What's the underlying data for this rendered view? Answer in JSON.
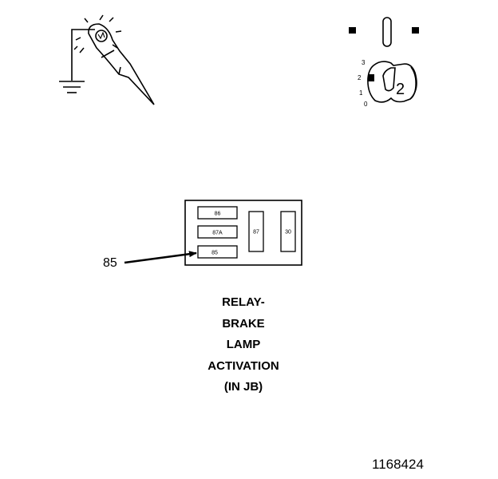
{
  "figure": {
    "ignition_key": {
      "positions": [
        "3",
        "2",
        "1",
        "0"
      ],
      "selected": "2"
    },
    "relay_box": {
      "terminals": [
        "86",
        "87A",
        "85",
        "87",
        "30"
      ],
      "pointer_label": "85"
    },
    "caption_lines": [
      "RELAY-",
      "BRAKE",
      "LAMP",
      "ACTIVATION",
      "(IN JB)"
    ],
    "document_number": "1168424"
  }
}
